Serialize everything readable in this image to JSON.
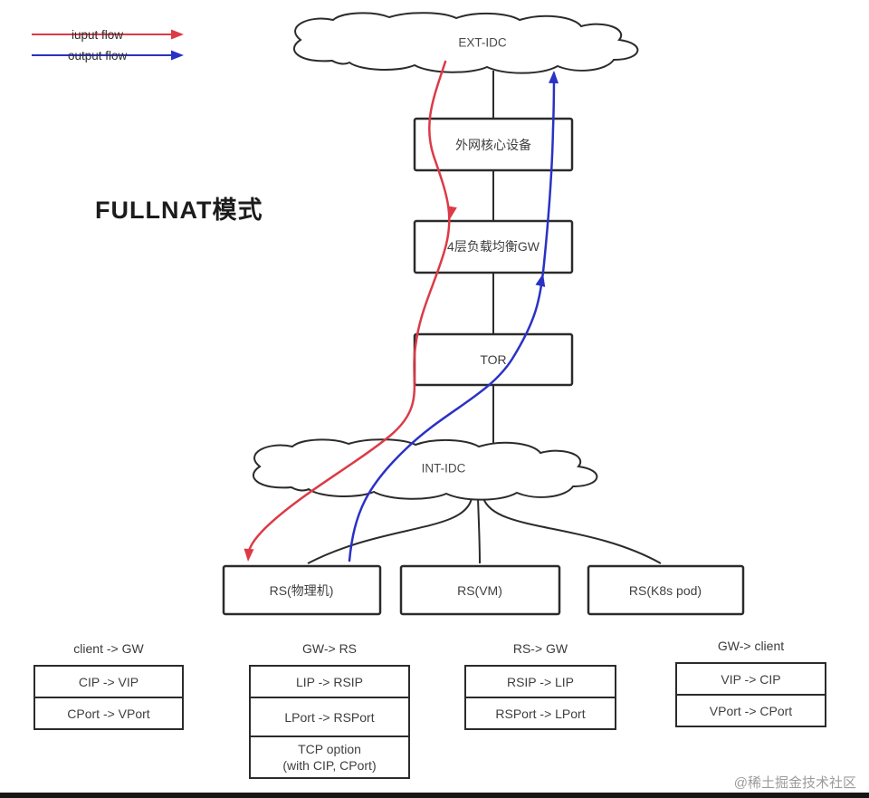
{
  "title": "FULLNAT模式",
  "colors": {
    "input": "#dc3a46",
    "output": "#2a32c4"
  },
  "legend": {
    "input_label": "iuput flow",
    "output_label": "output flow"
  },
  "nodes": {
    "ext_idc": "EXT-IDC",
    "core_device": "外网核心设备",
    "l4_gw": "4层负载均衡GW",
    "tor": "TOR",
    "int_idc": "INT-IDC",
    "rs_physical": "RS(物理机)",
    "rs_vm": "RS(VM)",
    "rs_k8s": "RS(K8s pod)"
  },
  "flow_tables": [
    {
      "title": "client -> GW",
      "rows": [
        "CIP -> VIP",
        "CPort -> VPort"
      ]
    },
    {
      "title": "GW-> RS",
      "rows": [
        "LIP -> RSIP",
        "LPort -> RSPort",
        "TCP option",
        "(with CIP, CPort)"
      ]
    },
    {
      "title": "RS-> GW",
      "rows": [
        "RSIP -> LIP",
        "RSPort -> LPort"
      ]
    },
    {
      "title": "GW-> client",
      "rows": [
        "VIP -> CIP",
        "VPort -> CPort"
      ]
    }
  ],
  "watermark": "@稀土掘金技术社区"
}
